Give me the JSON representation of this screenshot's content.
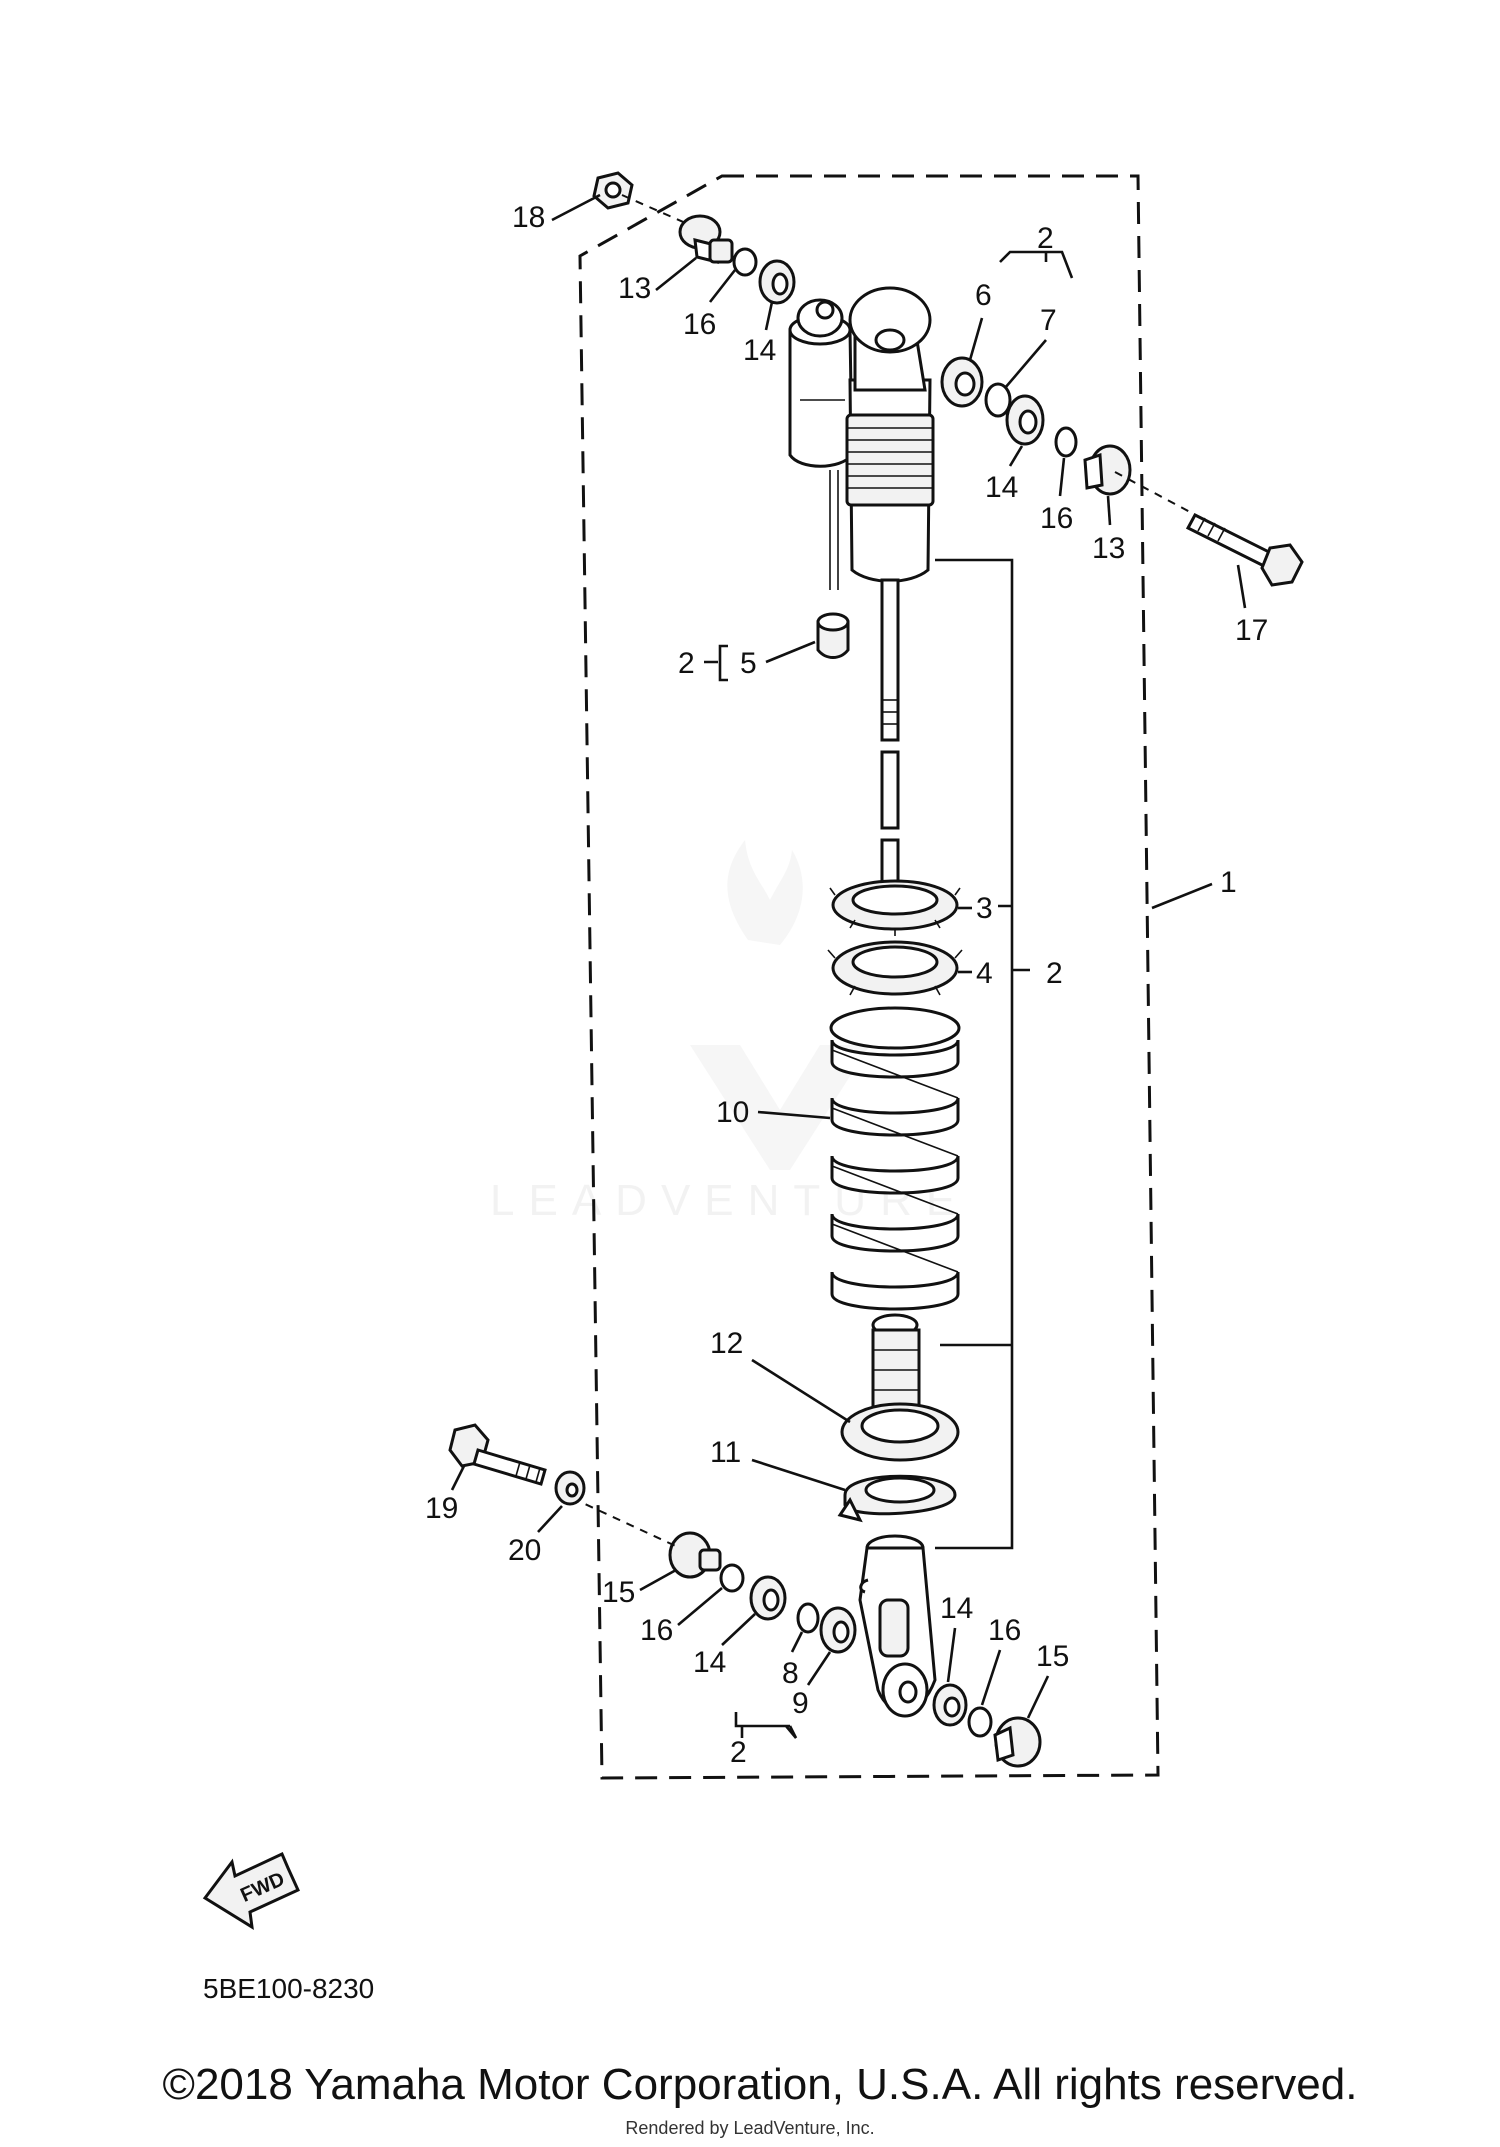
{
  "diagram_code": "5BE100-8230",
  "copyright": "©2018 Yamaha Motor Corporation, U.S.A. All rights reserved.",
  "rendered_by": "Rendered by LeadVenture, Inc.",
  "watermark": "LEADVENTURE",
  "fwd_label": "FWD",
  "callouts": {
    "c1": "1",
    "c2a": "2",
    "c2b": "2",
    "c2c": "2",
    "c2d": "2",
    "c3": "3",
    "c4": "4",
    "c5": "5",
    "c6": "6",
    "c7": "7",
    "c8": "8",
    "c9": "9",
    "c10": "10",
    "c11": "11",
    "c12": "12",
    "c13a": "13",
    "c13b": "13",
    "c14a": "14",
    "c14b": "14",
    "c14c": "14",
    "c14d": "14",
    "c15a": "15",
    "c15b": "15",
    "c16a": "16",
    "c16b": "16",
    "c16c": "16",
    "c16d": "16",
    "c17": "17",
    "c18": "18",
    "c19": "19",
    "c20": "20"
  }
}
